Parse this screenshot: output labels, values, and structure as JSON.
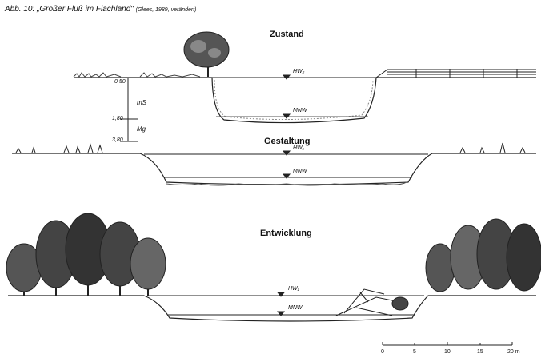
{
  "title": {
    "main": "Abb. 10: „Großer Fluß im Flachland\"",
    "source": "(Glees, 1989, verändert)"
  },
  "sections": [
    {
      "heading": "Zustand",
      "hw_label": "HW₂",
      "mnw_label": "MNW"
    },
    {
      "heading": "Gestaltung",
      "hw_label": "HW₁",
      "mnw_label": "MNW"
    },
    {
      "heading": "Entwicklung",
      "hw_label": "HW₁",
      "mnw_label": "MNW"
    }
  ],
  "soil_profile": {
    "depths": [
      "0,50",
      "1,80",
      "3,80"
    ],
    "layers": [
      "mS",
      "Mg"
    ]
  },
  "scale_bar": {
    "ticks": [
      "0",
      "5",
      "10",
      "15",
      "20 m"
    ]
  }
}
